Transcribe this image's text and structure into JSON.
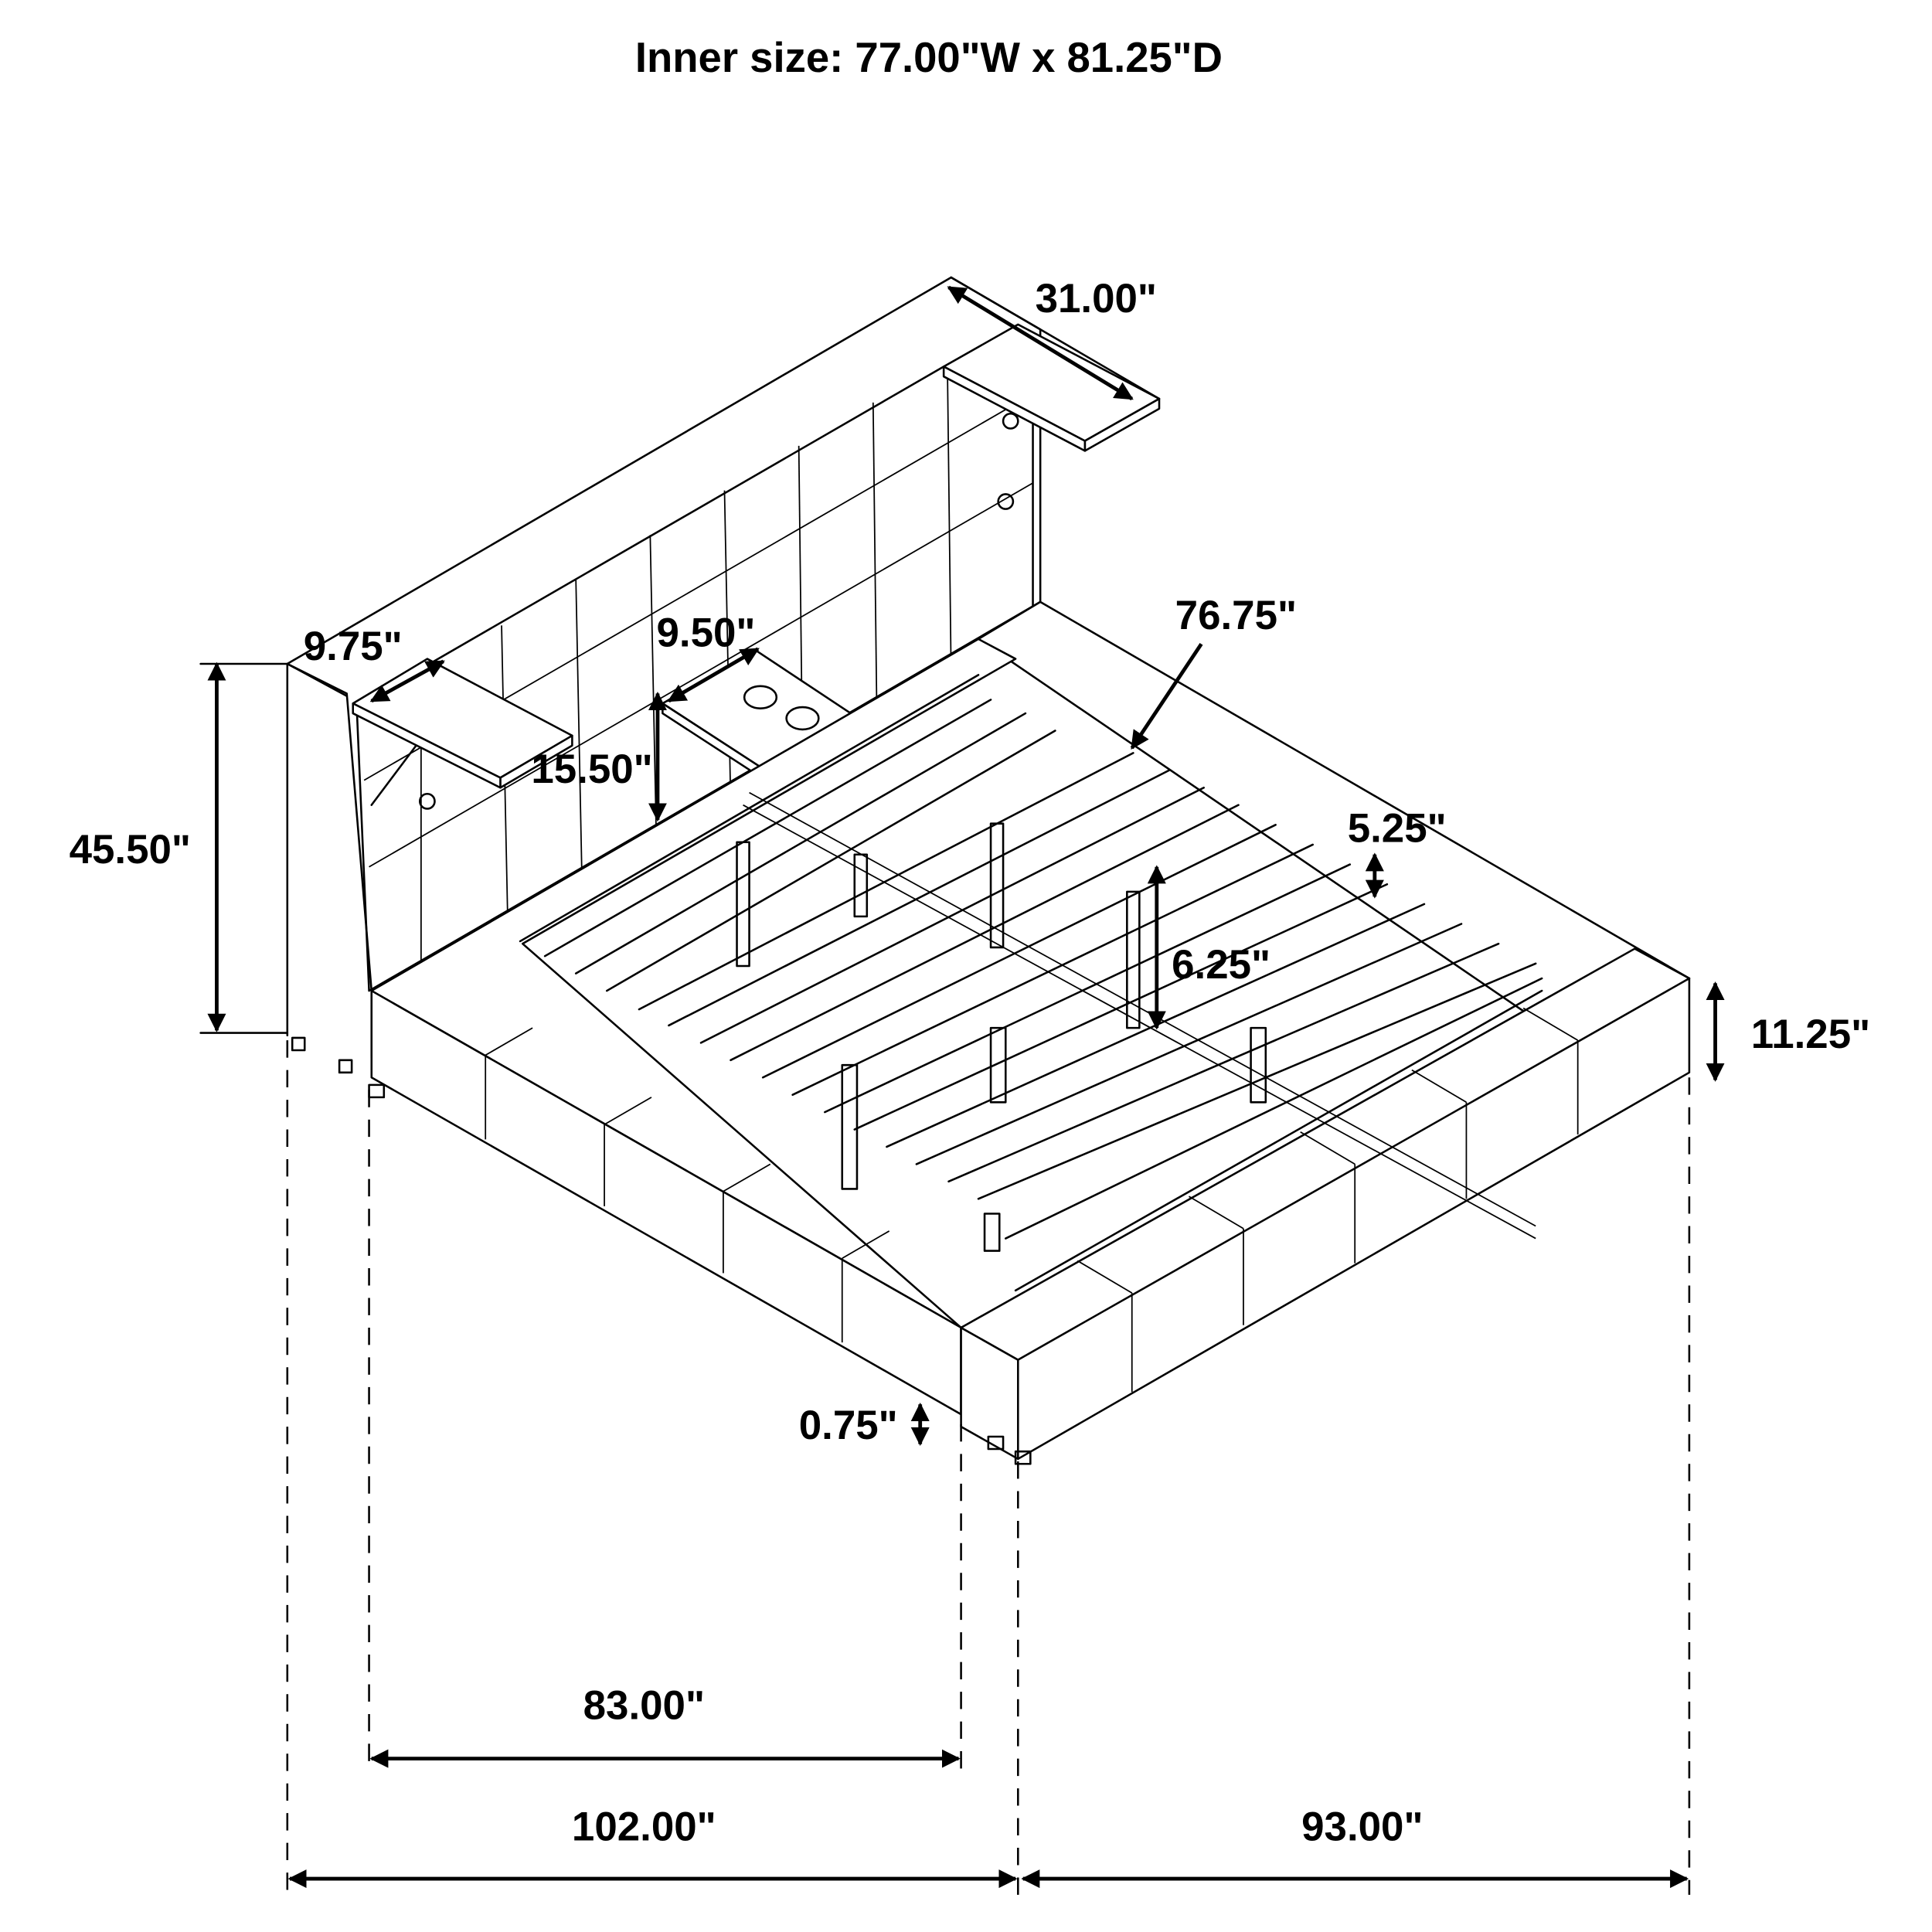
{
  "title": "Inner size: 77.00\"W x 81.25\"D",
  "dimensions": {
    "shelf_width": "31.00\"",
    "shelf_depth_left": "9.75\"",
    "shelf_depth_right": "9.50\"",
    "shelf_height": "15.50\"",
    "headboard_height": "45.50\"",
    "slat_length": "76.75\"",
    "slat_spacing": "5.25\"",
    "support_leg_height": "6.25\"",
    "side_rail_height": "11.25\"",
    "leg_clearance": "0.75\"",
    "inner_length": "83.00\"",
    "overall_length": "102.00\"",
    "overall_width": "93.00\""
  },
  "colors": {
    "line": "#000000",
    "background": "#ffffff"
  }
}
